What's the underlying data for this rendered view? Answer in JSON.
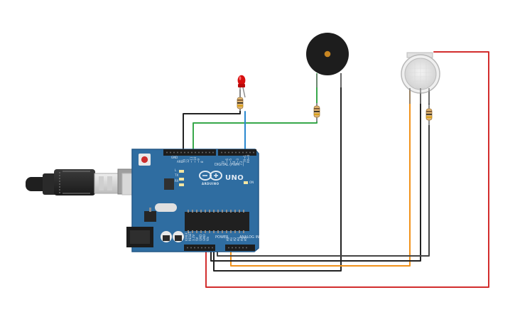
{
  "circuit": {
    "board": {
      "model": "UNO",
      "brand": "ARDUINO",
      "digital_label": "DIGITAL (PWM~)",
      "power_label": "POWER",
      "analog_label": "ANALOG IN",
      "on_label": "ON",
      "tx_label": "TX",
      "rx_label": "RX",
      "l_label": "L",
      "aref_label": "AREF",
      "gnd_label": "GND"
    },
    "digital_pins": [
      "13",
      "12",
      "~11",
      "~10",
      "~9",
      "8",
      "7",
      "~6",
      "~5",
      "4",
      "~3",
      "2",
      "TX→1",
      "RX←0"
    ],
    "power_pins": [
      "IOREF",
      "RESET",
      "3.3V",
      "5V",
      "GND",
      "GND",
      "Vin"
    ],
    "analog_pins": [
      "A0",
      "A1",
      "A2",
      "A3",
      "A4",
      "A5"
    ],
    "colors": {
      "board": "#2f6da1",
      "board_edge": "#245887",
      "header": "#1d1d1d",
      "red_wire": "#d22d2d",
      "black_wire": "#222222",
      "green_wire": "#38a84b",
      "blue_wire": "#2a88cf",
      "orange_wire": "#f1921b",
      "led_red": "#d70f0f",
      "usb_dark": "#2d2d2d",
      "usb_light": "#c8c8c8",
      "buzzer": "#1d1d1d",
      "buzzer_center": "#c88622",
      "sensor_outer": "#eeeeee",
      "sensor_inner": "#cccccc"
    }
  }
}
